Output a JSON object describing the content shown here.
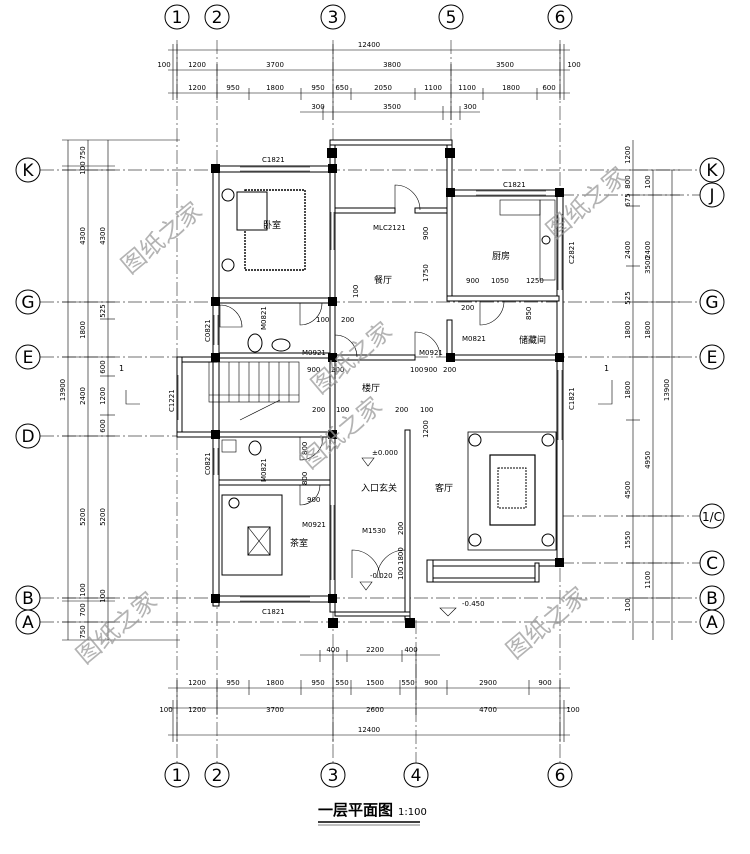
{
  "title": {
    "text": "一层平面图",
    "scale": "1:100"
  },
  "axes": {
    "top": [
      "1",
      "2",
      "3",
      "5",
      "6"
    ],
    "bottom": [
      "1",
      "2",
      "3",
      "4",
      "6"
    ],
    "left": [
      "K",
      "G",
      "E",
      "D",
      "B",
      "A"
    ],
    "right": [
      "K",
      "J",
      "G",
      "E",
      "1/C",
      "C",
      "B",
      "A"
    ]
  },
  "dims": {
    "top_total": "12400",
    "top_row1": [
      "100",
      "1200",
      "3700",
      "3800",
      "3500",
      "100"
    ],
    "top_row2": [
      "1200",
      "950",
      "1800",
      "950",
      "650",
      "2050",
      "1100",
      "1100",
      "1800",
      "600"
    ],
    "top_row3": [
      "300",
      "3500",
      "300"
    ],
    "bottom_row1": [
      "1200",
      "950",
      "1800",
      "950",
      "550",
      "1500",
      "550",
      "900",
      "2900",
      "900"
    ],
    "bottom_row2": [
      "100",
      "1200",
      "3700",
      "2600",
      "4700",
      "100"
    ],
    "bottom_total": "12400",
    "bottom_row3": [
      "400",
      "2200",
      "400"
    ],
    "left_total": "13900",
    "left_outer": [
      "750",
      "100",
      "4300",
      "1800",
      "2400",
      "5200",
      "100",
      "700",
      "750"
    ],
    "left_inner": [
      "4300",
      "525",
      "600",
      "1200",
      "600",
      "5200",
      "100"
    ],
    "right_total": "13900",
    "right_outer": [
      "100",
      "2400",
      "3500",
      "1800",
      "4950",
      "1100"
    ],
    "right_inner": [
      "1200",
      "800",
      "675",
      "2400",
      "525",
      "1800",
      "1800",
      "4500",
      "1550",
      "100"
    ]
  },
  "rooms": {
    "bedroom": "卧室",
    "dining": "餐厅",
    "kitchen": "厨房",
    "storage": "储藏间",
    "hall": "楼厅",
    "entrance": "入口玄关",
    "living": "客厅",
    "tea": "茶室"
  },
  "labels": {
    "c1821_top": "C1821",
    "c1821_right": "C1821",
    "c1821_bottom": "C1821",
    "mlc2121": "MLC2121",
    "c2821": "C2821",
    "c0821_a": "C0821",
    "c0821_b": "C0821",
    "m0821_a": "M0821",
    "m0821_b": "M0821",
    "m0821_c": "M0821",
    "m0921_a": "M0921",
    "m0921_b": "M0921",
    "m0921_c": "M0921",
    "c1221": "C1221",
    "m1530": "M1530",
    "lvl_zero": "±0.000",
    "lvl_entry": "-0.020",
    "lvl_out": "-0.450",
    "section": "1",
    "d900a": "900",
    "d1750": "1750",
    "d900b": "900",
    "d1050": "1050",
    "d1250": "1250",
    "d200a": "200",
    "d850": "850",
    "d100a": "100",
    "d200b": "200",
    "d100b": "100",
    "d900c": "900",
    "d200c": "200",
    "d100c": "100",
    "d900d": "900",
    "d200d": "200",
    "d200e": "200",
    "d100d": "100",
    "d200f": "200",
    "d100e": "100",
    "d1200": "1200",
    "d800a": "800",
    "d800b": "800",
    "d900e": "900",
    "d200g": "200",
    "d1800": "1800",
    "d100f": "100"
  },
  "watermarks": [
    "图纸之家",
    "图纸之家",
    "图纸之家",
    "图纸之家",
    "图纸之家",
    "图纸之家"
  ]
}
